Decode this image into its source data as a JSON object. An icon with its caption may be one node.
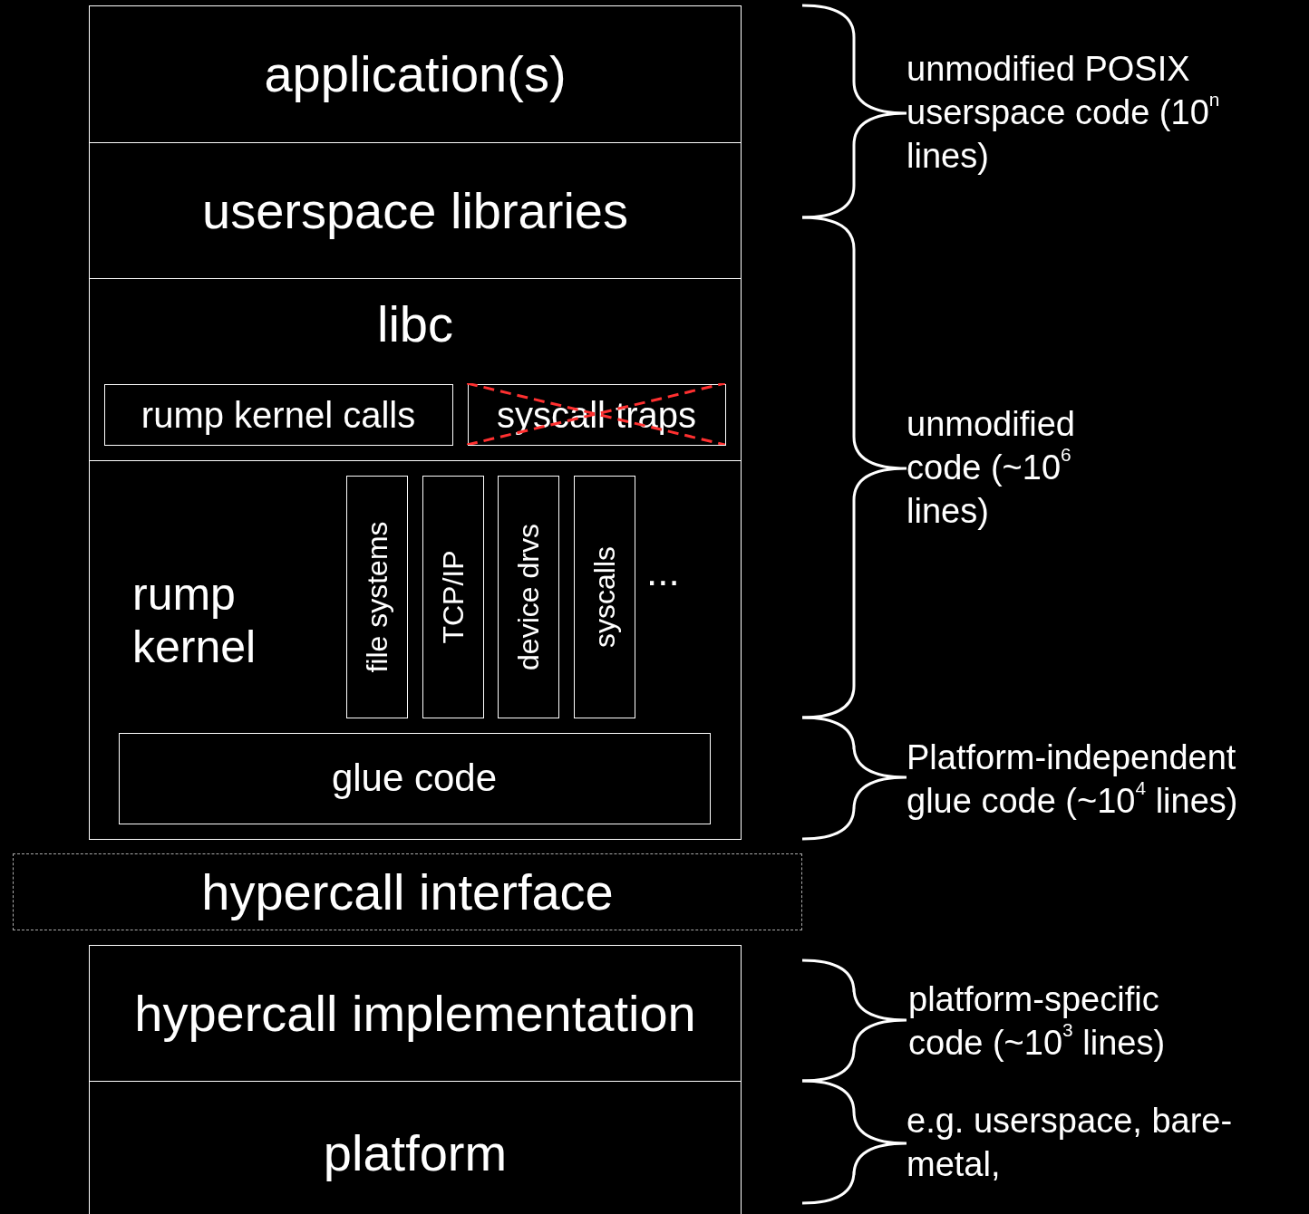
{
  "diagram": {
    "nodes": [
      {
        "text": [
          "application(s)"
        ]
      },
      {
        "text": [
          "userspace libraries"
        ]
      },
      {
        "text": [
          "libc"
        ]
      },
      {
        "text": [
          "rump kernel calls"
        ],
        "in": 2
      },
      {
        "text": [
          "syscall traps"
        ],
        "in": 2
      },
      {
        "text": [
          "rump kernel"
        ]
      },
      {
        "text": [
          "file systems"
        ],
        "in": 5
      },
      {
        "text": [
          "TCP/IP"
        ],
        "in": 5
      },
      {
        "text": [
          "device drvs"
        ],
        "in": 5
      },
      {
        "text": [
          "syscalls"
        ],
        "in": 5
      },
      {
        "text": [
          "glue code"
        ],
        "in": 5
      },
      {
        "text": [
          "hypercall interface"
        ]
      },
      {
        "text": [
          "hypercall implementation"
        ]
      },
      {
        "text": [
          "platform"
        ]
      }
    ],
    "labels": [
      "unmodified POSIX userspace code (10$^{n}$ lines)",
      "unmodified code (~10$^{6}$ lines)",
      "...",
      "Platform-independent glue code (~10$^{4}$ lines)",
      "platform-specific code (~10$^{3}$ lines)",
      "e.g. userspace, bare-metal,"
    ]
  }
}
